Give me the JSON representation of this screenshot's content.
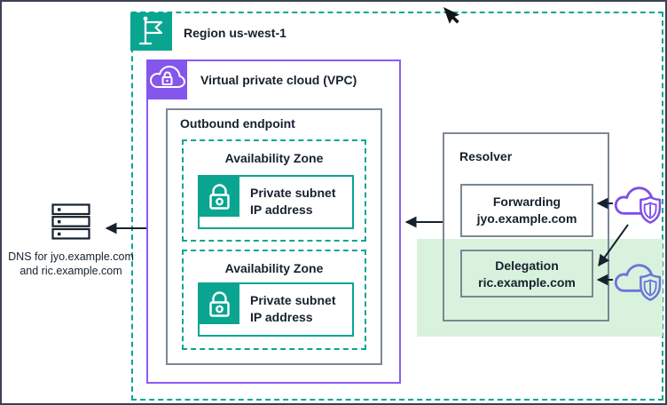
{
  "diagram": {
    "region": {
      "label": "Region us-west-1",
      "icon": "flag-icon"
    },
    "vpc": {
      "label": "Virtual private cloud (VPC)",
      "icon": "cloud-lock-icon"
    },
    "outbound_endpoint": {
      "label": "Outbound endpoint"
    },
    "availability_zones": [
      {
        "label": "Availability Zone",
        "subnet": {
          "line1": "Private subnet",
          "line2": "IP address",
          "icon": "lock-icon"
        }
      },
      {
        "label": "Availability Zone",
        "subnet": {
          "line1": "Private subnet",
          "line2": "IP address",
          "icon": "lock-icon"
        }
      }
    ],
    "resolver": {
      "label": "Resolver",
      "forwarding": {
        "line1": "Forwarding",
        "line2": "jyo.example.com"
      },
      "delegation": {
        "line1": "Delegation",
        "line2": "ric.example.com"
      }
    },
    "dns_server": {
      "icon": "server-stack-icon",
      "caption_line1": "DNS for jyo.example.com",
      "caption_line2": "and ric.example.com"
    },
    "internet_clouds": [
      {
        "icon": "cloud-shield-icon",
        "target": "forwarding"
      },
      {
        "icon": "cloud-shield-icon",
        "target": "delegation"
      }
    ],
    "connections": [
      {
        "from": "vpc",
        "to": "dns-server"
      },
      {
        "from": "resolver",
        "to": "outbound-endpoint"
      },
      {
        "from": "cloud-top",
        "to": "forwarding"
      },
      {
        "from": "cloud-top",
        "to": "delegation",
        "style": "diagonal"
      },
      {
        "from": "cloud-bottom",
        "to": "delegation"
      }
    ],
    "colors": {
      "region_teal": "#0AA591",
      "vpc_purple": "#8A5CF6",
      "container_gray": "#7B8794",
      "highlight_green": "#D9F2DD",
      "cloud_purple_top": "#7D4FE8",
      "cloud_blue_bottom": "#6B74DC",
      "text_dark": "#16212E"
    }
  }
}
